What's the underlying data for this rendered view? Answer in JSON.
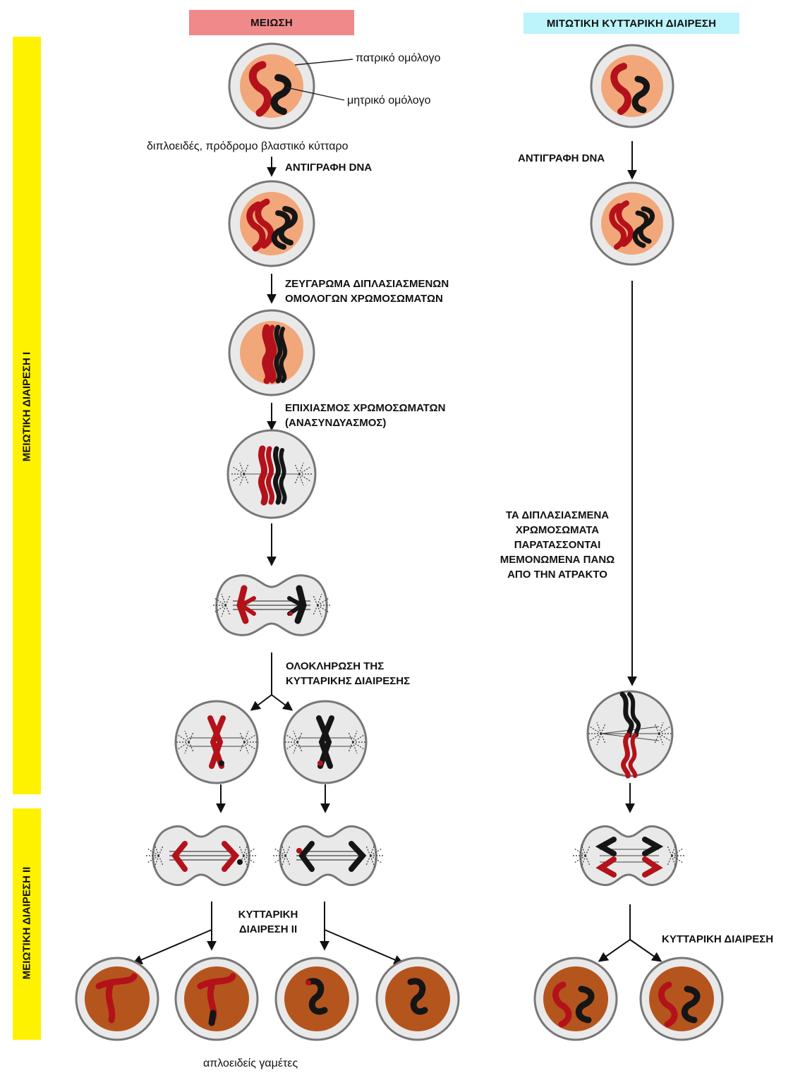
{
  "headers": {
    "meiosis": "ΜΕΙΩΣΗ",
    "mitosis": "ΜΙΤΩΤΙΚΗ ΚΥΤΤΑΡΙΚΗ ΔΙΑΙΡΕΣΗ"
  },
  "side_labels": {
    "division_1": "ΜΕΙΩΤΙΚΗ ΔΙΑΙΡΕΣΗ I",
    "division_2": "ΜΕΙΩΤΙΚΗ ΔΙΑΙΡΕΣΗ II"
  },
  "meiosis_labels": {
    "paternal": "πατρικό ομόλογο",
    "maternal": "μητρικό ομόλογο",
    "diploid_cell": "διπλοειδές, πρόδρομο βλαστικό κύτταρο",
    "dna_replication": "ΑΝΤΙΓΡΑΦΗ DNA",
    "pairing_line1": "ΖΕΥΓΑΡΩΜΑ ΔΙΠΛΑΣΙΑΣΜΕΝΩΝ",
    "pairing_line2": "ΟΜΟΛΟΓΩΝ ΧΡΩΜΟΣΩΜΑΤΩΝ",
    "crossing_line1": "ΕΠΙΧΙΑΣΜΟΣ ΧΡΩΜΟΣΩΜΑΤΩΝ",
    "crossing_line2": "(ΑΝΑΣΥΝΔΥΑΣΜΟΣ)",
    "completion_line1": "ΟΛΟΚΛΗΡΩΣΗ ΤΗΣ",
    "completion_line2": "ΚΥΤΤΑΡΙΚΗΣ ΔΙΑΙΡΕΣΗΣ",
    "division2_line1": "ΚΥΤΤΑΡΙΚΗ",
    "division2_line2": "ΔΙΑΙΡΕΣΗ II",
    "haploid_gametes": "απλοειδείς γαμέτες"
  },
  "mitosis_labels": {
    "dna_replication": "ΑΝΤΙΓΡΑΦΗ DNA",
    "align_line1": "ΤΑ ΔΙΠΛΑΣΙΑΣΜΕΝΑ",
    "align_line2": "ΧΡΩΜΟΣΩΜΑΤΑ",
    "align_line3": "ΠΑΡΑΤΑΣΣΟΝΤΑΙ",
    "align_line4": "ΜΕΜΟΝΩΜΕΝΑ ΠΑΝΩ",
    "align_line5": "ΑΠΟ ΤΗΝ ΑΤΡΑΚΤΟ",
    "cell_division": "ΚΥΤΤΑΡΙΚΗ ΔΙΑΙΡΕΣΗ"
  },
  "colors": {
    "meiosis_header_bg": "#f08a8a",
    "mitosis_header_bg": "#bdf3fb",
    "side_bar": "#fff200",
    "nucleus_light": "#f2a77a",
    "nucleus_dark": "#b5551e",
    "paternal_chromosome": "#b3121a",
    "maternal_chromosome": "#151515",
    "cell_fill": "#e9e9e9",
    "cell_outline": "#777777"
  }
}
